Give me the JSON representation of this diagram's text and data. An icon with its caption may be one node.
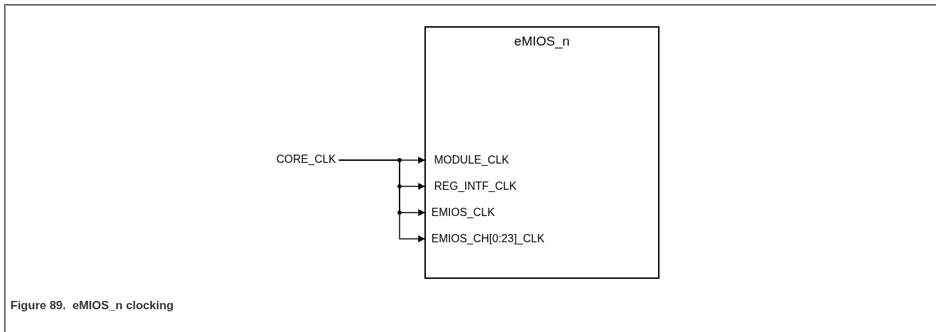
{
  "diagram": {
    "caption": "Figure 89.  eMIOS_n clocking",
    "nodes": [
      {
        "text": [
          "eMIOS_n"
        ]
      },
      {
        "text": [
          "MODULE_CLK"
        ],
        "in": 0
      },
      {
        "text": [
          "REG_INTF_CLK"
        ],
        "in": 0
      },
      {
        "text": [
          "EMIOS_CLK"
        ],
        "in": 0
      },
      {
        "text": [
          "EMIOS_CH[0:23]_CLK"
        ],
        "in": 0
      },
      {
        "text": [
          "CORE_CLK"
        ]
      }
    ],
    "edges": [
      {
        "from": 5,
        "to": 1,
        "arrow": "to"
      },
      {
        "from": 5,
        "to": 2,
        "arrow": "to"
      },
      {
        "from": 5,
        "to": 3,
        "arrow": "to"
      },
      {
        "from": 5,
        "to": 4,
        "arrow": "to"
      }
    ]
  }
}
